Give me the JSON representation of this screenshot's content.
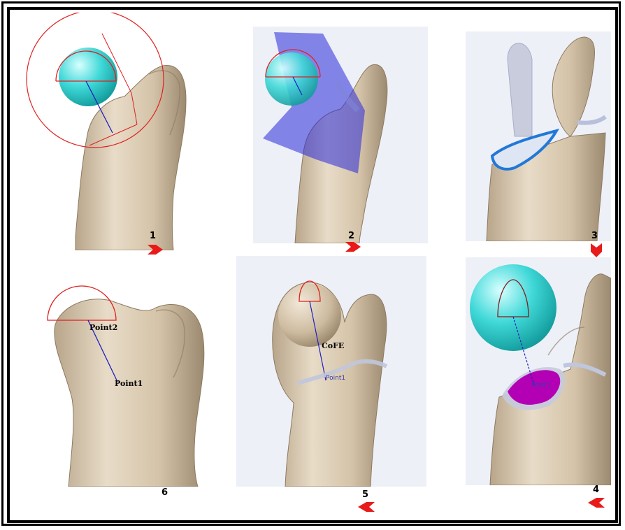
{
  "steps": [
    {
      "number": "1"
    },
    {
      "number": "2"
    },
    {
      "number": "3"
    },
    {
      "number": "4"
    },
    {
      "number": "5"
    },
    {
      "number": "6"
    }
  ],
  "labels": {
    "point1": "Point1",
    "point2": "Point2",
    "cofe": "CoFE",
    "point1_small": "Point1",
    "point_small_4": "Point1"
  },
  "colors": {
    "bone": "#d9c9b0",
    "bone_shadow": "#a89478",
    "cyan_sphere": "#3fd6d6",
    "red_line": "#e02020",
    "blue_line": "#2020c0",
    "plane_blue": "#2a2ad8",
    "magenta": "#b400b4",
    "arrow_red": "#e81a1a"
  }
}
